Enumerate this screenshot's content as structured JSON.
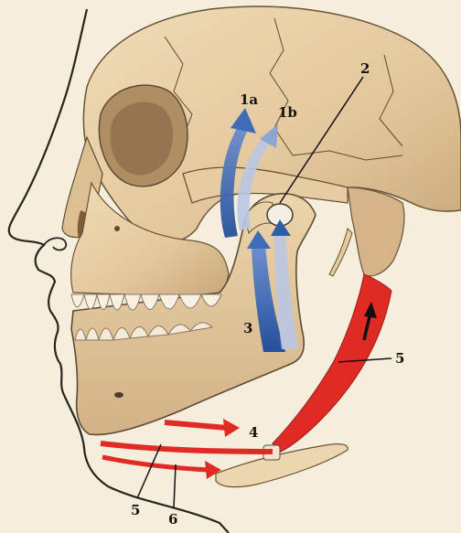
{
  "labels": {
    "l1a": "1a",
    "l1b": "1b",
    "l2": "2",
    "l3": "3",
    "l4": "4",
    "l5_right": "5",
    "l5_bottom": "5",
    "l6": "6"
  },
  "colors": {
    "background": "#f6eedc",
    "bone": "#e8cfa6",
    "bone_shadow": "#c7a77c",
    "outline": "#2a2420",
    "muscle_red": "#e02a24",
    "arrow_blue": "#2f5ea8",
    "arrow_blue_light": "#b9c6e2",
    "teeth": "#f7f1e4"
  }
}
